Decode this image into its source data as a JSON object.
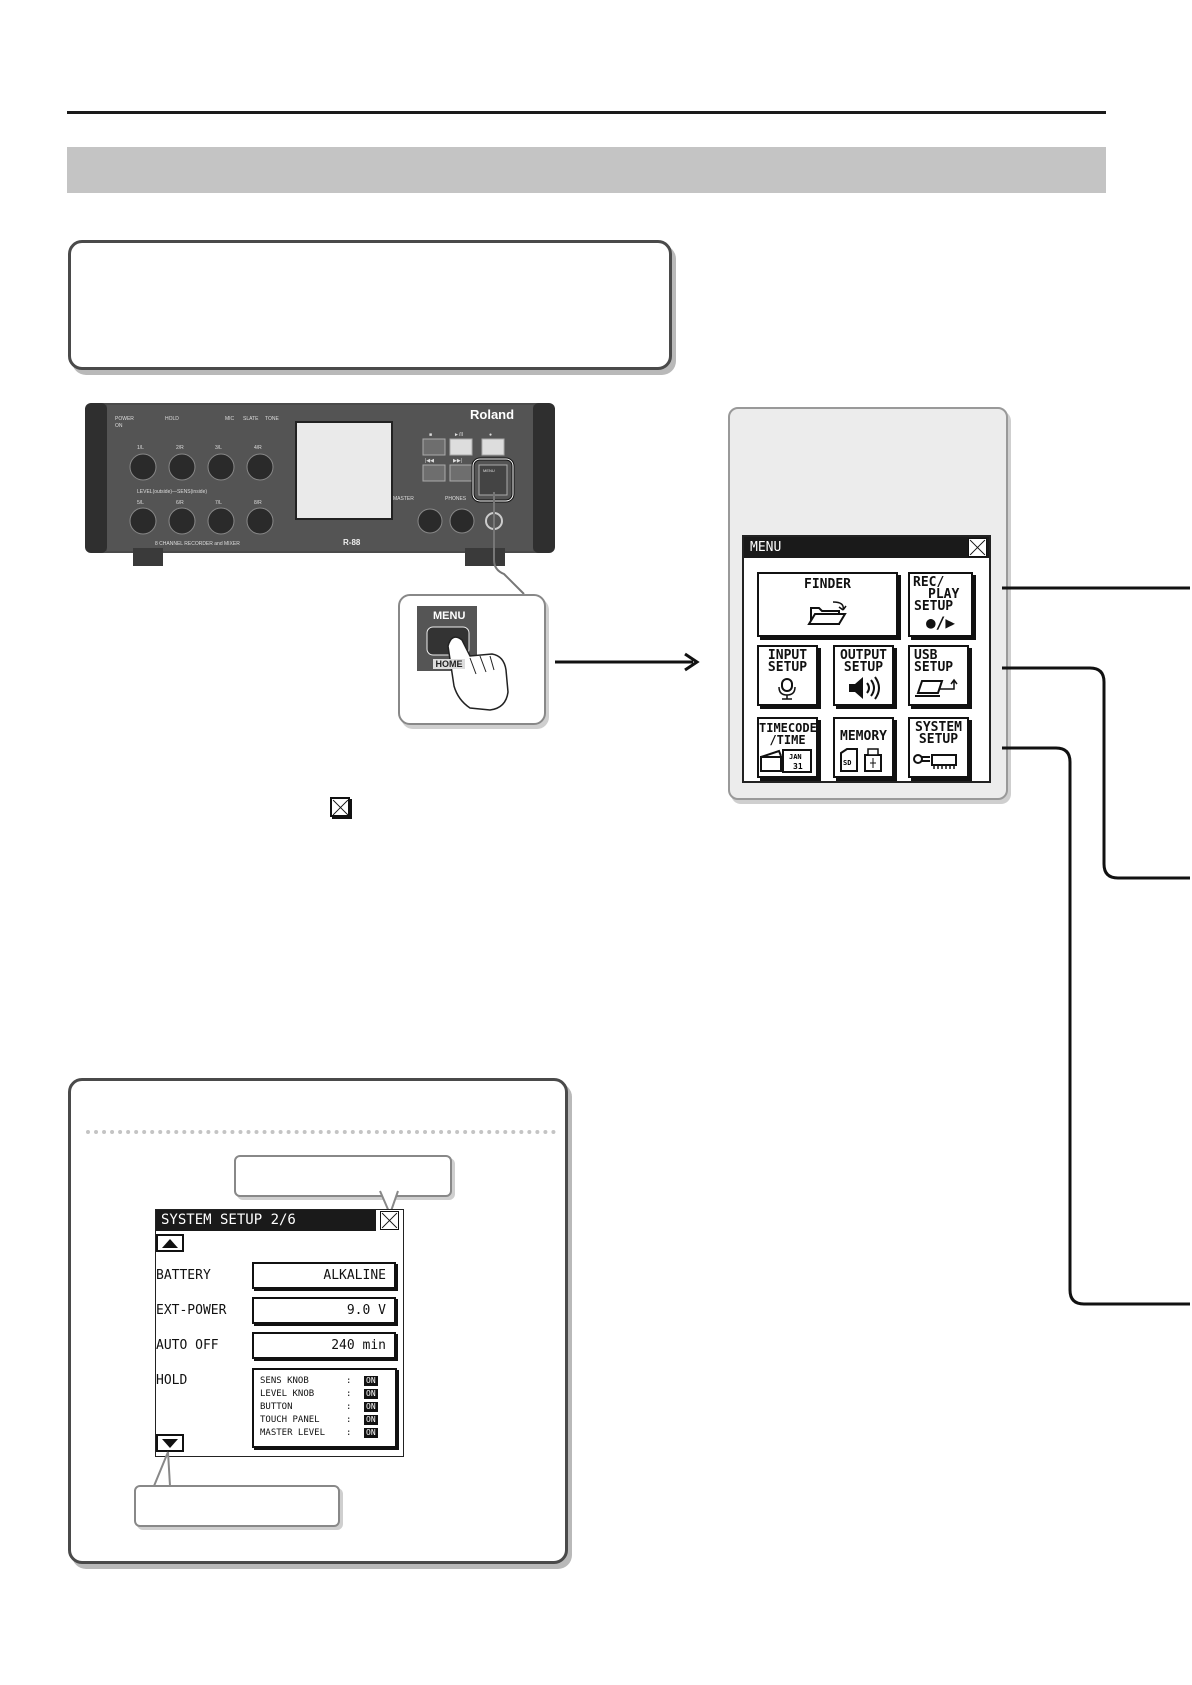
{
  "menu_screen": {
    "title": "MENU",
    "tiles": [
      {
        "line1": "FINDER",
        "line2": "",
        "line3": "",
        "icon": "folder-icon"
      },
      {
        "line1": "REC/",
        "line2": "PLAY",
        "line3": "SETUP",
        "icon": "rec-play-icon"
      },
      {
        "line1": "INPUT",
        "line2": "SETUP",
        "line3": "",
        "icon": "microphone-icon"
      },
      {
        "line1": "OUTPUT",
        "line2": "SETUP",
        "line3": "",
        "icon": "speaker-icon"
      },
      {
        "line1": "USB",
        "line2": "SETUP",
        "line3": "",
        "icon": "laptop-icon"
      },
      {
        "line1": "TIMECODE",
        "line2": "/TIME",
        "line3": "",
        "icon": "clapper-calendar-icon",
        "calendar_month": "JAN",
        "calendar_day": "31"
      },
      {
        "line1": "MEMORY",
        "line2": "",
        "line3": "",
        "icon": "sd-usb-icon",
        "sd_label": "SD"
      },
      {
        "line1": "SYSTEM",
        "line2": "SETUP",
        "line3": "",
        "icon": "wrench-board-icon"
      }
    ]
  },
  "device": {
    "brand": "Roland",
    "model": "R-88",
    "subtitle": "8 CHANNEL RECORDER and MIXER",
    "labels": {
      "power": "POWER",
      "hold": "HOLD",
      "on": "ON",
      "mic": "MIC",
      "slate": "SLATE",
      "tone": "TONE",
      "level_sens": "LEVEL(outside)—SENS(inside)",
      "master": "MASTER",
      "phones": "PHONES"
    },
    "knob_labels_top": [
      "1/L",
      "2/R",
      "3/L",
      "4/R"
    ],
    "knob_labels_bottom": [
      "5/L",
      "6/R",
      "7/L",
      "8/R"
    ],
    "transport_glyphs": [
      "■",
      "►/II",
      "●",
      "|◀◀",
      "▶▶|",
      "MENU"
    ]
  },
  "zoom": {
    "menu_label": "MENU",
    "home_label": "HOME"
  },
  "system_setup": {
    "title": "SYSTEM SETUP 2/6",
    "rows": [
      {
        "label": "BATTERY",
        "value": "ALKALINE"
      },
      {
        "label": "EXT-POWER",
        "value": "9.0 V"
      },
      {
        "label": "AUTO OFF",
        "value": "240 min"
      }
    ],
    "hold_label": "HOLD",
    "hold_items": [
      {
        "name": "SENS KNOB",
        "value": "ON"
      },
      {
        "name": "LEVEL KNOB",
        "value": "ON"
      },
      {
        "name": "BUTTON",
        "value": "ON"
      },
      {
        "name": "TOUCH PANEL",
        "value": "ON"
      },
      {
        "name": "MASTER LEVEL",
        "value": "ON"
      }
    ],
    "separator": ":"
  }
}
